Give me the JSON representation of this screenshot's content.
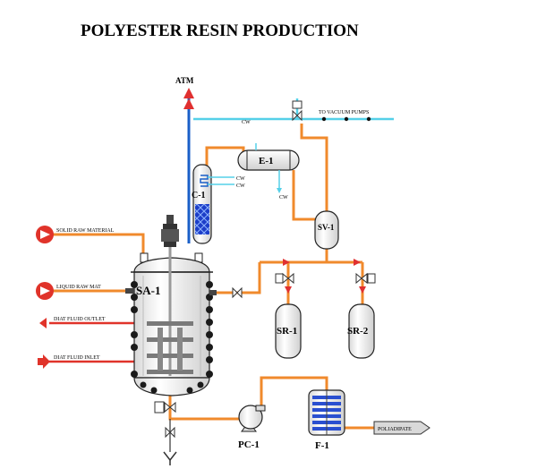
{
  "title": "POLYESTER RESIN PRODUCTION",
  "labels": {
    "atm": "ATM",
    "vacuum": "TO VACUUM PUMPS",
    "cw_top": "CW",
    "cw_c1_a": "CW",
    "cw_c1_b": "CW",
    "cw_e1": "CW",
    "e1": "E-1",
    "c1": "C-1",
    "sv1": "SV-1",
    "sa1": "SA-1",
    "sr1": "SR-1",
    "sr2": "SR-2",
    "pc1": "PC-1",
    "f1": "F-1",
    "solid_raw": "SOLID RAW MATERIAL",
    "liquid_raw": "LIQUID RAW MAT",
    "diat_outlet": "DIAT FLUID OUTLET",
    "diat_inlet": "DIAT FLUID INLET",
    "product": "POLIADIPATE"
  },
  "colors": {
    "process_line": "#f08a2c",
    "feed_red": "#e0332a",
    "vapor_blue": "#1a5fc8",
    "cooling_water": "#55d0e8",
    "packing_blue": "#2a4fd0",
    "equipment_fill": "#f2f2f2",
    "arrow_red": "#e03030"
  }
}
